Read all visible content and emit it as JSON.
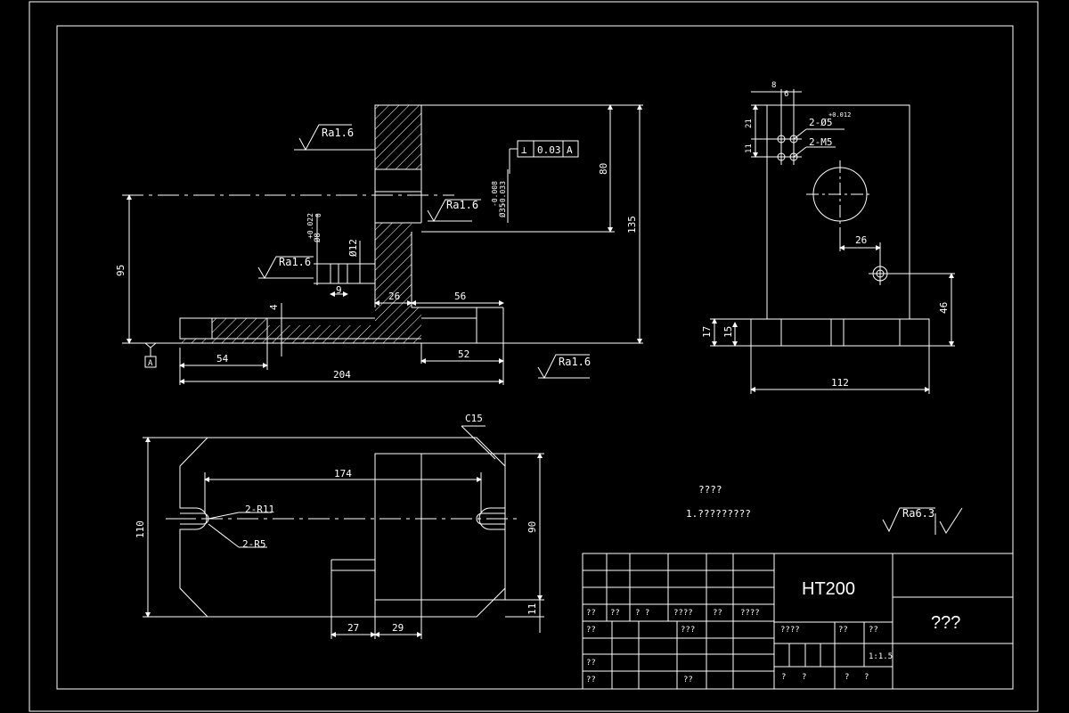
{
  "title_block": {
    "material": "HT200",
    "drawing_name": "???",
    "scale": "1:1.5",
    "row1": [
      "??",
      "??",
      "? ?",
      "????",
      "??",
      "????"
    ],
    "label_design": "??",
    "label_std": "???",
    "label_stage": "????",
    "label_weight": "??",
    "label_scale": "??",
    "label_check": "??",
    "label_craft": "??",
    "label_approve": "??",
    "sheet_a": "?",
    "sheet_b": "?",
    "sheet_c": "?",
    "sheet_d": "?"
  },
  "notes": {
    "heading": "????",
    "line1": "1.?????????"
  },
  "roughness": {
    "general": "Ra6.3",
    "ra16": "Ra1.6"
  },
  "gdt": {
    "symbol": "⊥",
    "tolerance": "0.03",
    "datum": "A"
  },
  "datum_letter": "A",
  "front_view": {
    "d95": "95",
    "d80": "80",
    "d135": "135",
    "d54": "54",
    "d204": "204",
    "d52": "52",
    "d26": "26",
    "d56": "56",
    "d9": "9",
    "d4": "4",
    "phi12": "Ø12",
    "phi8": "Ø8",
    "phi8_tol": "+0.022",
    "phi8_tol2": "0",
    "phi35": "Ø35",
    "phi35_tol": "-0.008",
    "phi35_tol2": "-0.033"
  },
  "side_view": {
    "d8": "8",
    "d6": "6",
    "d21": "21",
    "d11": "11",
    "holes_a": "2-Ø5",
    "holes_a_tol": "+0.012",
    "holes_b": "2-M5",
    "d26": "26",
    "d46": "46",
    "d17": "17",
    "d15": "15",
    "d112": "112"
  },
  "top_view": {
    "c15": "C15",
    "d174": "174",
    "r11": "2-R11",
    "r5": "2-R5",
    "d110": "110",
    "d90": "90",
    "d11": "11",
    "d27": "27",
    "d29": "29"
  }
}
